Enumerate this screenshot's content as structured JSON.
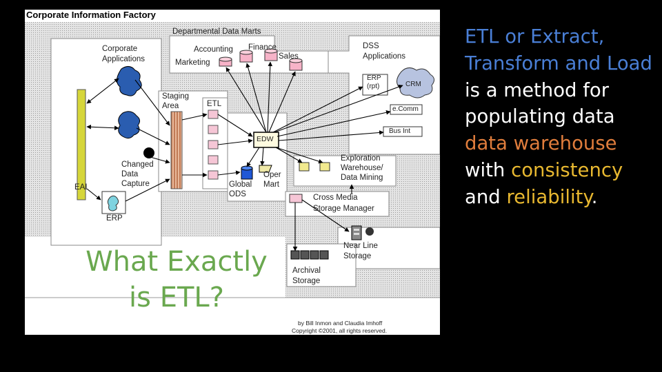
{
  "figure": {
    "title": "Corporate Information Factory",
    "labels": {
      "dept_marts": "Departmental Data Marts",
      "accounting": "Accounting",
      "finance": "Finance",
      "sales": "Sales",
      "marketing": "Marketing",
      "corp_apps_1": "Corporate",
      "corp_apps_2": "Applications",
      "dss_1": "DSS",
      "dss_2": "Applications",
      "erp_rpt_1": "ERP",
      "erp_rpt_2": "(rpt)",
      "crm": "CRM",
      "ecomm": "e.Comm",
      "bus_int": "Bus Int",
      "staging_1": "Staging",
      "staging_2": "Area",
      "etl": "ETL",
      "edw": "EDW",
      "changed_1": "Changed",
      "changed_2": "Data",
      "changed_3": "Capture",
      "eai": "EAI",
      "erp": "ERP",
      "global_1": "Global",
      "global_2": "ODS",
      "oper_1": "Oper",
      "oper_2": "Mart",
      "explor_1": "Exploration",
      "explor_2": "Warehouse/",
      "explor_3": "Data Mining",
      "cms_1": "Cross Media",
      "cms_2": "Storage Manager",
      "nearline_1": "Near Line",
      "nearline_2": "Storage",
      "archival_1": "Archival",
      "archival_2": "Storage"
    },
    "credit_1": "by Bill Inmon and Claudia Imhoff",
    "credit_2": "Copyright ©2001, all rights reserved."
  },
  "headline": {
    "line1": "What Exactly",
    "line2": "is ETL?"
  },
  "side_text": {
    "w1": "ETL or Extract, Transform and Load",
    "w2": " is a method for populating ",
    "w3": "data",
    "w4": " ",
    "w5": "data warehouse",
    "w6": " with ",
    "w7": "consistency",
    "w8": " and ",
    "w9": "reliability",
    "w10": "."
  },
  "colors": {
    "background": "#000000",
    "headline": "#6aa84f",
    "blue": "#4a7fd6",
    "orange": "#e07d3c",
    "gold": "#e8b830"
  }
}
